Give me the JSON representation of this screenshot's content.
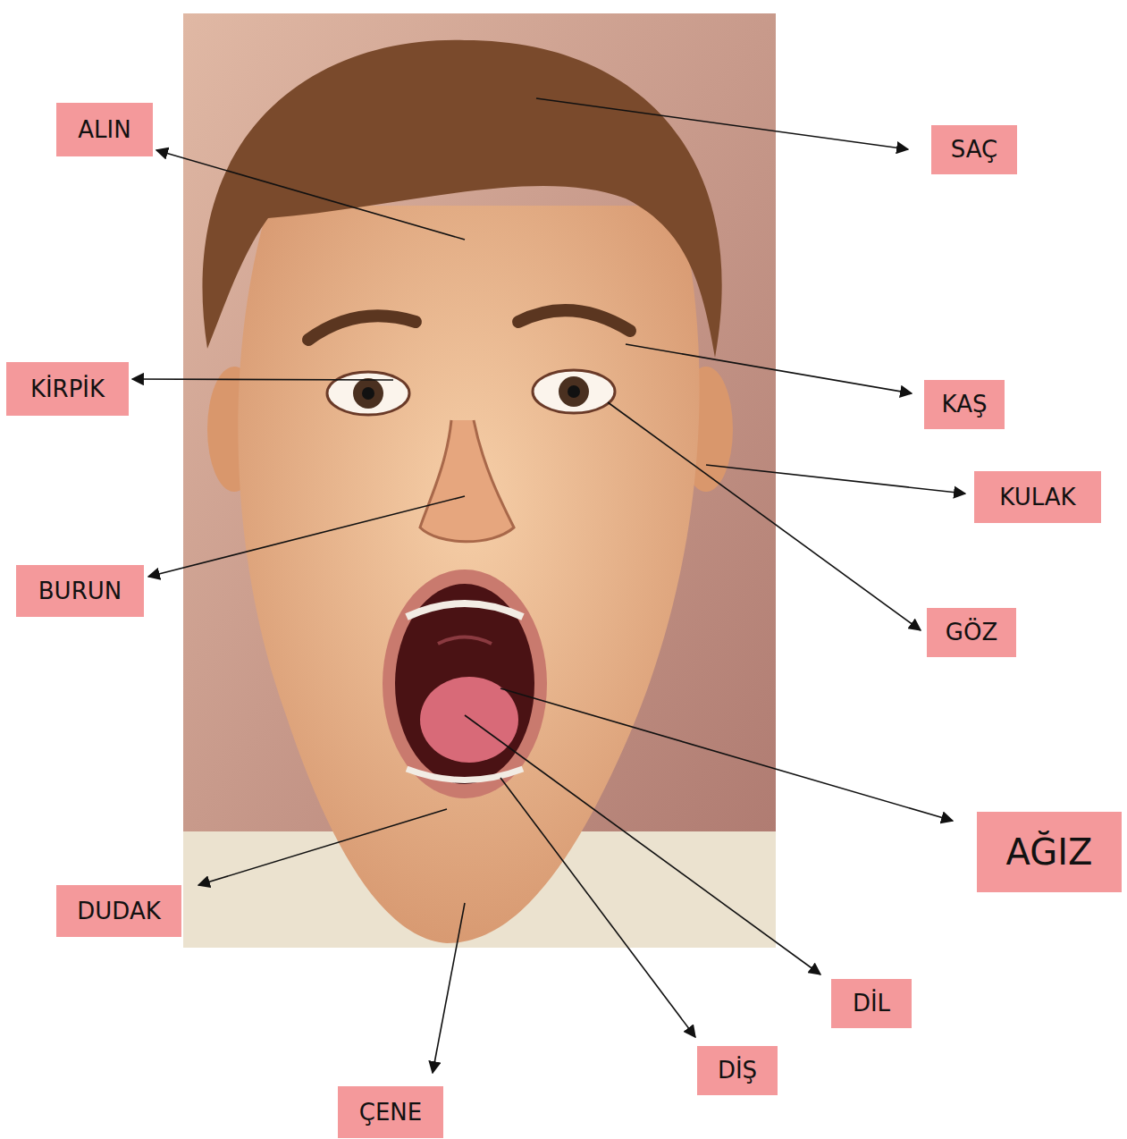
{
  "diagram": {
    "nodes": [
      {
        "text": [
          "ALIN"
        ]
      },
      {
        "text": [
          "SAÇ"
        ]
      },
      {
        "text": [
          "KİRPİK"
        ]
      },
      {
        "text": [
          "KAŞ"
        ]
      },
      {
        "text": [
          "KULAK"
        ]
      },
      {
        "text": [
          "BURUN"
        ]
      },
      {
        "text": [
          "GÖZ"
        ]
      },
      {
        "text": [
          "AĞIZ"
        ]
      },
      {
        "text": [
          "DUDAK"
        ]
      },
      {
        "text": [
          "DİL"
        ]
      },
      {
        "text": [
          "DİŞ"
        ]
      },
      {
        "text": [
          "ÇENE"
        ]
      }
    ]
  }
}
